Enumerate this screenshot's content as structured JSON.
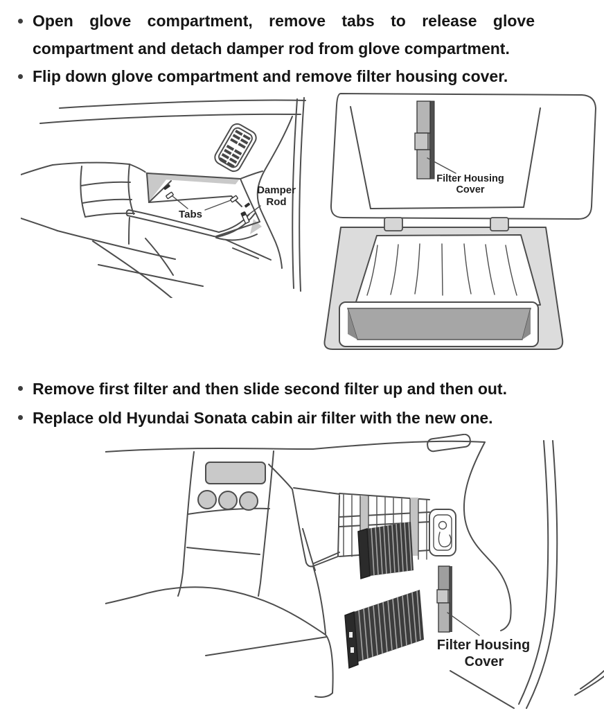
{
  "instructions_top": {
    "bullets": [
      "Open glove compartment, remove tabs to release glove compartment and detach damper rod from glove compartment.",
      "Flip down glove compartment and remove filter housing cover."
    ]
  },
  "instructions_bottom": {
    "bullets": [
      "Remove first filter and then slide second filter up and then out.",
      "Replace old Hyundai Sonata cabin air filter with the new one."
    ]
  },
  "figures": {
    "dashboard_glovebox": {
      "labels": {
        "tabs": "Tabs",
        "damper_rod": [
          "Damper",
          "Rod"
        ]
      }
    },
    "housing_open": {
      "labels": {
        "cover": [
          "Filter Housing",
          "Cover"
        ]
      }
    },
    "filter_removal": {
      "labels": {
        "cover": [
          "Filter Housing",
          "Cover"
        ]
      }
    }
  },
  "colors": {
    "text": "#151515",
    "line_art": "#4d4d4d",
    "shade_light": "#dcdcdc",
    "shade_mid": "#b5b5b5",
    "shade_dark": "#a6a6a6",
    "opening_shadow": "#8b8b8b",
    "filter_body": "#3c3c3c",
    "filter_cap": "#2b2b2b"
  }
}
